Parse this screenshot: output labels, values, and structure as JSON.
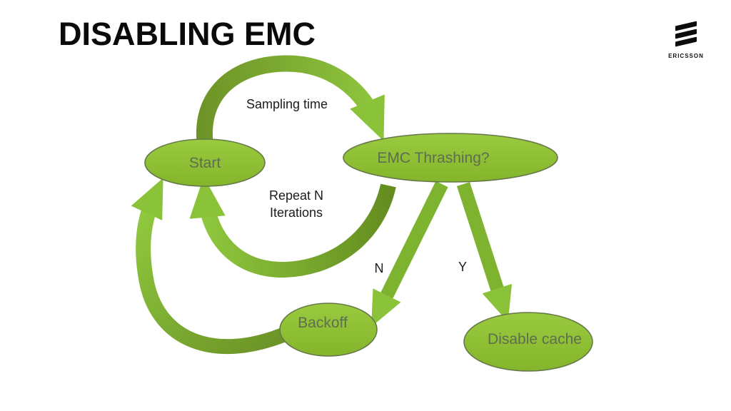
{
  "slide": {
    "title": "DISABLING EMC",
    "background_color": "#ffffff"
  },
  "logo": {
    "brand": "ERICSSON",
    "color": "#000000"
  },
  "diagram": {
    "type": "flowchart",
    "colors": {
      "node_fill": "#8CBE2F",
      "node_outline": "#66784A",
      "node_text": "#5E6E50",
      "arrow_dark": "#6B9226",
      "arrow_light": "#8FC83E",
      "label_text": "#1b1b1b"
    },
    "nodes": [
      {
        "id": "start",
        "label": "Start",
        "shape": "ellipse"
      },
      {
        "id": "emc-thrashing",
        "label": "EMC Thrashing?",
        "shape": "ellipse"
      },
      {
        "id": "backoff",
        "label": "Backoff",
        "shape": "ellipse"
      },
      {
        "id": "disable-cache",
        "label": "Disable cache",
        "shape": "ellipse"
      }
    ],
    "edges": [
      {
        "from": "start",
        "to": "emc-thrashing",
        "label": "Sampling time",
        "style": "curved"
      },
      {
        "from": "emc-thrashing",
        "to": "start",
        "label": "Repeat N Iterations",
        "style": "curved"
      },
      {
        "from": "emc-thrashing",
        "to": "backoff",
        "label": "N",
        "style": "straight"
      },
      {
        "from": "emc-thrashing",
        "to": "disable-cache",
        "label": "Y",
        "style": "straight"
      },
      {
        "from": "backoff",
        "to": "start",
        "label": "",
        "style": "curved"
      }
    ],
    "labels": {
      "sampling_time": "Sampling time",
      "repeat_line1": "Repeat N",
      "repeat_line2": "Iterations",
      "branch_no": "N",
      "branch_yes": "Y"
    }
  }
}
